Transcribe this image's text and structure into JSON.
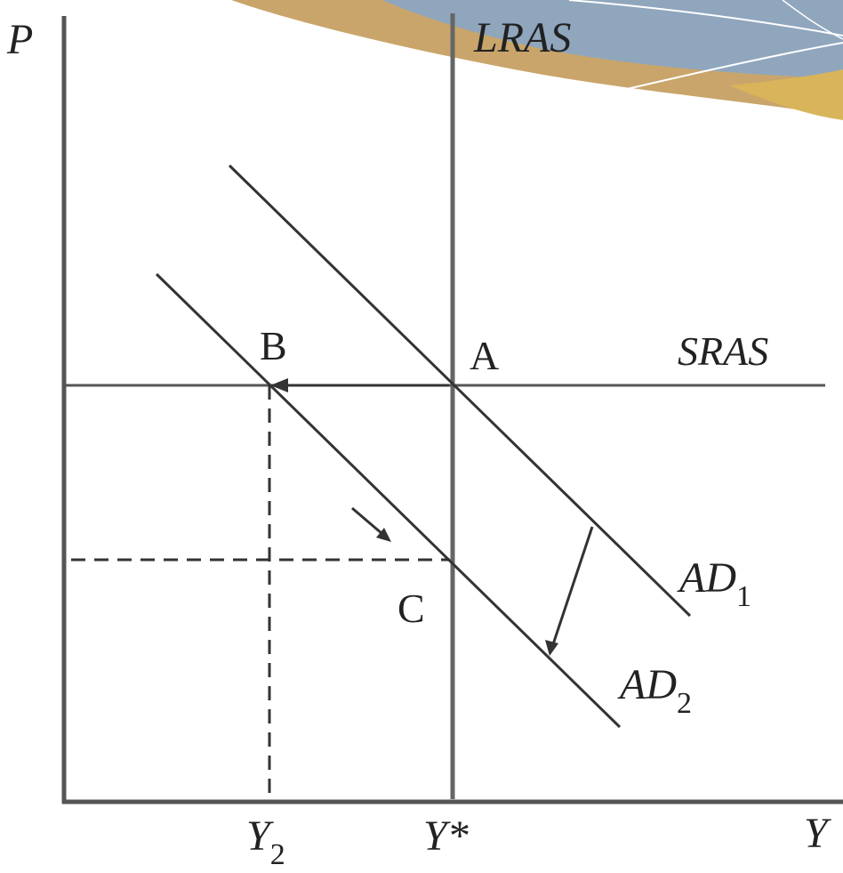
{
  "axes": {
    "y_label": "P",
    "x_label": "Y"
  },
  "curves": {
    "lras": "LRAS",
    "sras": "SRAS",
    "ad1": {
      "base": "AD",
      "sub": "1"
    },
    "ad2": {
      "base": "AD",
      "sub": "2"
    }
  },
  "points": {
    "a": "A",
    "b": "B",
    "c": "C"
  },
  "ticks": {
    "y2": {
      "base": "Y",
      "sub": "2"
    },
    "ystar": "Y*"
  },
  "colors": {
    "line": "#555555",
    "decor_tan": "#C9A56B",
    "decor_blue": "#8FA6BD",
    "decor_gold": "#D9B45A"
  }
}
